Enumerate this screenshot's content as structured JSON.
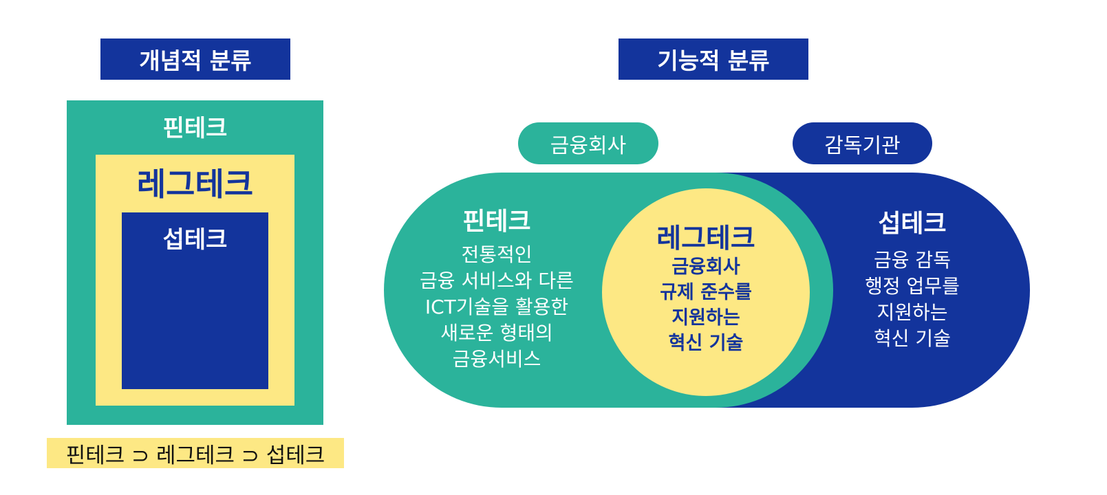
{
  "left": {
    "header": "개념적 분류",
    "outer_label": "핀테크",
    "middle_label": "레그테크",
    "inner_label": "섭테크",
    "relation": "핀테크 ⊃ 레그테크 ⊃ 섭테크"
  },
  "right": {
    "header": "기능적 분류",
    "tag_financial": "금융회사",
    "tag_supervisory": "감독기관",
    "fintech": {
      "title": "핀테크",
      "desc": "전통적인\n금융 서비스와 다른\nICT기술을 활용한\n새로운 형태의\n금융서비스"
    },
    "regtech": {
      "title": "레그테크",
      "desc": "금융회사\n규제 준수를\n지원하는\n혁신 기술"
    },
    "suptech": {
      "title": "섭테크",
      "desc": "금융 감독\n행정 업무를\n지원하는\n혁신 기술"
    }
  },
  "colors": {
    "navy": "#13349c",
    "teal": "#2bb39b",
    "yellow": "#fde884",
    "white": "#ffffff"
  }
}
